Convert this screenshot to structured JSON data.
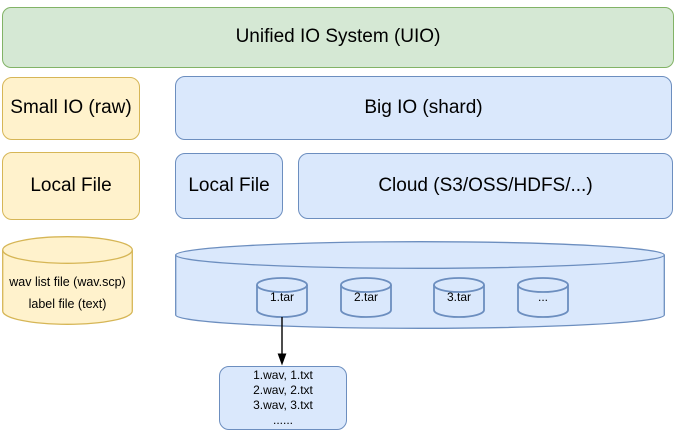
{
  "diagram": {
    "uio_label": "Unified IO System (UIO)",
    "raw": {
      "small_io_label": "Small IO (raw)",
      "local_file_label": "Local File",
      "storage_line1": "wav list file (wav.scp)",
      "storage_line2": "label file (text)"
    },
    "shard": {
      "big_io_label": "Big IO (shard)",
      "local_file_label": "Local File",
      "cloud_label": "Cloud (S3/OSS/HDFS/...)",
      "shards": [
        "1.tar",
        "2.tar",
        "3.tar",
        "..."
      ],
      "shard_contents": [
        "1.wav, 1.txt",
        "2.wav, 2.txt",
        "3.wav, 3.txt",
        "......"
      ]
    },
    "colors": {
      "green_fill": "#d5e8d4",
      "green_stroke": "#82b366",
      "yellow_fill": "#fff2cc",
      "yellow_stroke": "#d6b656",
      "blue_fill": "#dae8fc",
      "blue_stroke": "#6c8ebf",
      "arrow": "#000000",
      "background": "#ffffff",
      "text": "#000000"
    }
  }
}
